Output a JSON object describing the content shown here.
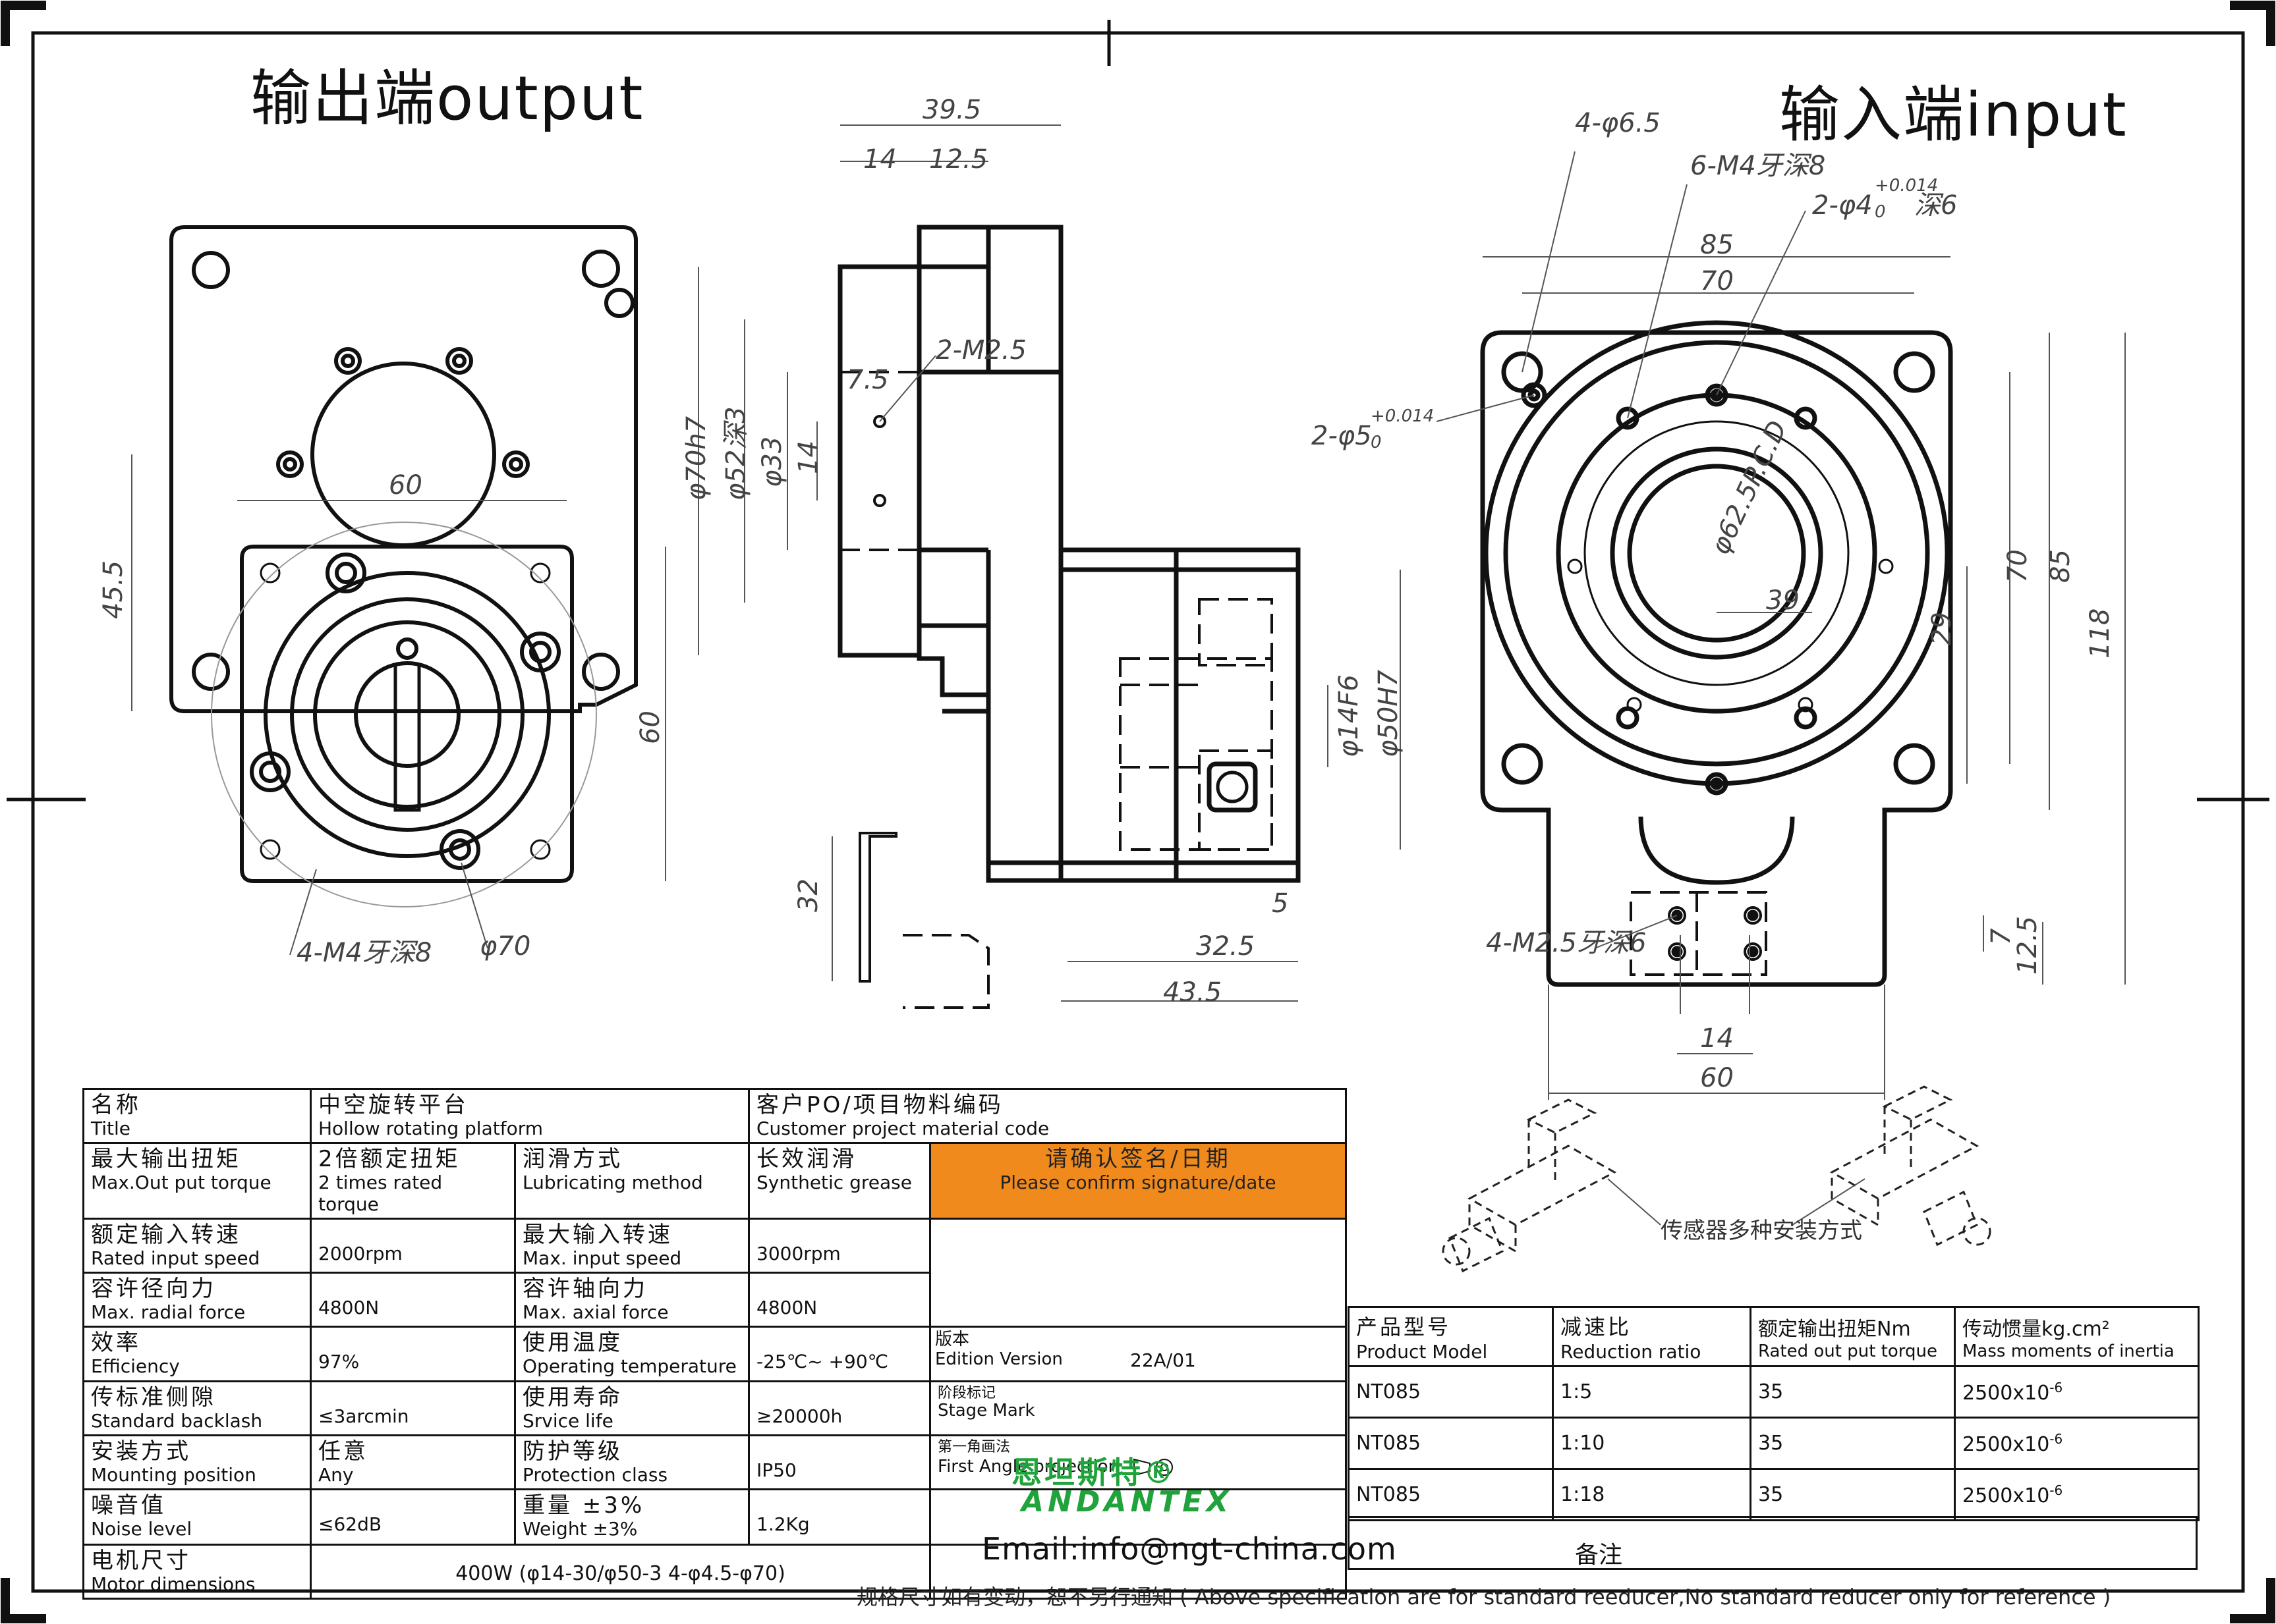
{
  "headings": {
    "output": "输出端output",
    "input": "输入端input"
  },
  "dims": {
    "d39_5": "39.5",
    "d14": "14",
    "d12_5": "12.5",
    "m2_5": "2-M2.5",
    "d7_5": "7.5",
    "phi70h7": "φ70h7",
    "phi52": "φ52深3",
    "phi33": "φ33",
    "d14b": "14",
    "d60a": "60",
    "d45_5": "45.5",
    "d60b": "60",
    "m4_output": "4-M4牙深8",
    "phi70": "φ70",
    "phi14f6": "φ14F6",
    "phi50h7": "φ50H7",
    "d32": "32",
    "d32_5": "32.5",
    "d43_5": "43.5",
    "d5": "5",
    "four_phi6_5": "4-φ6.5",
    "six_m4": "6-M4牙深8",
    "two_phi4": "2-φ4",
    "two_phi4_tol": "+0.014",
    "two_phi4_tol0": "0",
    "two_phi4_depth": "深6",
    "d85a": "85",
    "d70a": "70",
    "two_phi5": "2-φ5",
    "two_phi5_tol": "+0.014",
    "two_phi5_tol0": "0",
    "pcd": "φ62.5P.C.D",
    "d39": "39",
    "d29": "29",
    "d70b": "70",
    "d85b": "85",
    "d118": "118",
    "m2_5_input": "4-M2.5牙深6",
    "d7": "7",
    "d12_5b": "12.5",
    "d14c": "14",
    "d60c": "60",
    "sensor_note": "传感器多种安装方式"
  },
  "spec": {
    "title": {
      "zh": "名称",
      "en": "Title",
      "value_zh": "中空旋转平台",
      "value_en": "Hollow rotating platform"
    },
    "customer_code": {
      "zh": "客户PO/项目物料编码",
      "en": "Customer project material code"
    },
    "max_out_torque": {
      "zh": "最大输出扭矩",
      "en": "Max.Out put torque",
      "value_zh": "2倍额定扭矩",
      "value_en": "2 times rated torque"
    },
    "lubrication": {
      "zh": "润滑方式",
      "en": "Lubricating method",
      "value_zh": "长效润滑",
      "value_en": "Synthetic grease"
    },
    "confirm": {
      "zh": "请确认签名/日期",
      "en": "Please confirm signature/date"
    },
    "rated_input_speed": {
      "zh": "额定输入转速",
      "en": "Rated input speed",
      "value": "2000rpm"
    },
    "max_input_speed": {
      "zh": "最大输入转速",
      "en": "Max. input speed",
      "value": "3000rpm"
    },
    "radial_force": {
      "zh": "容许径向力",
      "en": "Max. radial force",
      "value": "4800N"
    },
    "axial_force": {
      "zh": "容许轴向力",
      "en": "Max. axial force",
      "value": "4800N"
    },
    "efficiency": {
      "zh": "效率",
      "en": "Efficiency",
      "value": "97%"
    },
    "operating_temp": {
      "zh": "使用温度",
      "en": "Operating temperature",
      "value": "-25℃~ +90℃"
    },
    "backlash": {
      "zh": "传标准侧隙",
      "en": "Standard backlash",
      "value": "≤3arcmin"
    },
    "service_life": {
      "zh": "使用寿命",
      "en": "Srvice life",
      "value": "≥20000h"
    },
    "mounting": {
      "zh": "安装方式",
      "en": "Mounting position",
      "value_zh": "任意",
      "value_en": "Any"
    },
    "protection": {
      "zh": "防护等级",
      "en": "Protection class",
      "value": "IP50"
    },
    "noise": {
      "zh": "噪音值",
      "en": "Noise level",
      "value": "≤62dB"
    },
    "weight": {
      "zh": "重量 ±3%",
      "en": "Weight ±3%",
      "value": "1.2Kg"
    },
    "motor": {
      "zh": "电机尺寸",
      "en": "Motor dimensions",
      "value": "400W (φ14-30/φ50-3 4-φ4.5-φ70)"
    },
    "edition": {
      "zh": "版本",
      "en": "Edition Version",
      "value": "22A/01"
    },
    "stage": {
      "zh": "阶段标记",
      "en": "Stage Mark"
    },
    "projection": {
      "zh": "第一角画法",
      "en": "First Angle projection"
    },
    "logo_zh": "恩坦斯特®",
    "logo_en": "ANDANTEX",
    "email": "Email:info@ngt-china.com",
    "remark": "备注"
  },
  "model_table": {
    "headers": [
      {
        "zh": "产品型号",
        "en": "Product Model"
      },
      {
        "zh": "减速比",
        "en": "Reduction ratio"
      },
      {
        "zh": "额定输出扭矩Nm",
        "en": "Rated out put torque"
      },
      {
        "zh": "传动惯量kg.cm²",
        "en": "Mass moments of inertia"
      }
    ],
    "rows": [
      [
        "NT085",
        "1:5",
        "35",
        "2500x10",
        "-6"
      ],
      [
        "NT085",
        "1:10",
        "35",
        "2500x10",
        "-6"
      ],
      [
        "NT085",
        "1:18",
        "35",
        "2500x10",
        "-6"
      ]
    ]
  },
  "footer": "规格尺寸如有变动，恕不另行通知 ( Above specification are for standard reeducer,No standard reducer only for reference )"
}
